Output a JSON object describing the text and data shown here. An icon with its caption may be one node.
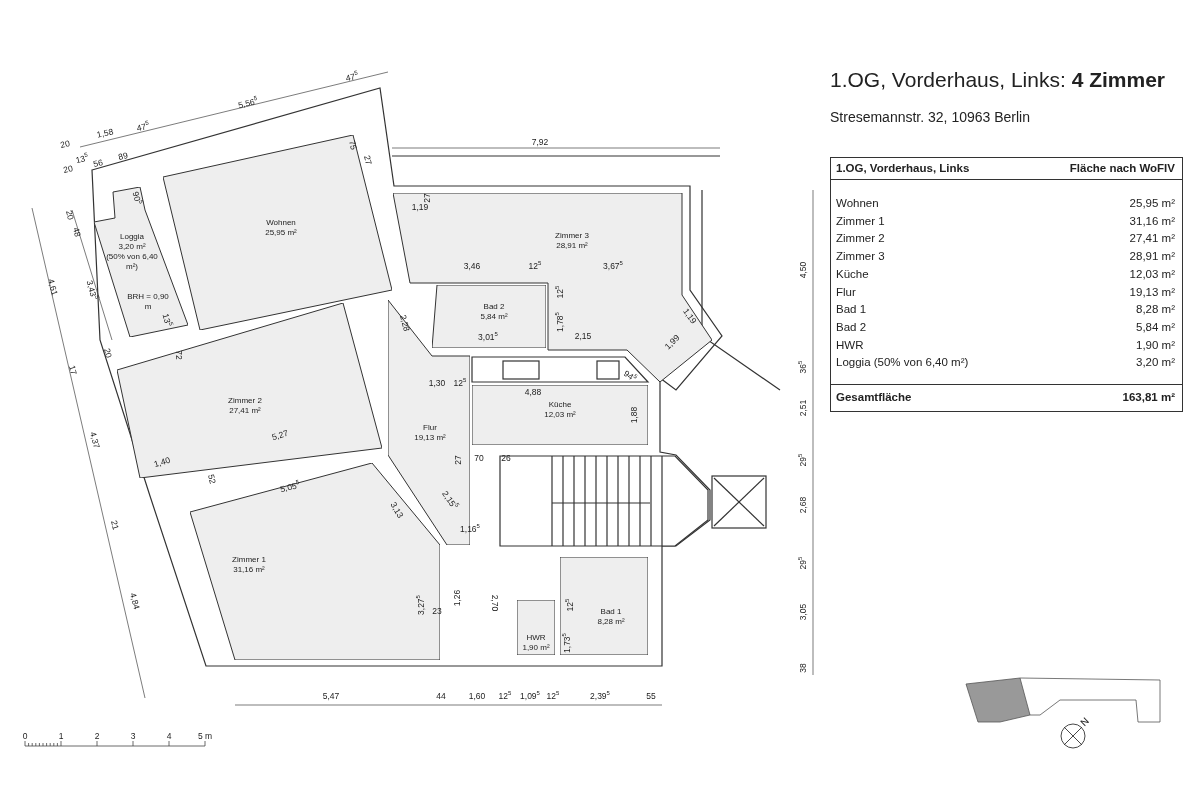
{
  "diagram": {
    "title": "1.OG, Vorderhaus, Links: **4 Zimmer**",
    "nodes": [
      {
        "text": [
          "Wohnen",
          "25,95 m²"
        ]
      },
      {
        "text": [
          "Zimmer 3",
          "28,91 m²"
        ]
      },
      {
        "text": [
          "Loggia",
          "3,20 m²",
          "(50% von 6,40 m²)"
        ]
      },
      {
        "text": [
          "Bad 2",
          "5,84 m²"
        ]
      },
      {
        "text": [
          "Zimmer 2",
          "27,41 m²"
        ]
      },
      {
        "text": [
          "Küche",
          "12,03 m²"
        ]
      },
      {
        "text": [
          "Flur",
          "19,13 m²"
        ]
      },
      {
        "text": [
          "Zimmer 1",
          "31,16 m²"
        ]
      },
      {
        "text": [
          "Bad 1",
          "8,28 m²"
        ]
      },
      {
        "text": [
          "HWR",
          "1,90 m²"
        ]
      }
    ],
    "labels": [
      "Stresemannstr. 32, 10963 Berlin",
      "1.OG, Vorderhaus, Links",
      "Fläche nach WoFIV",
      "Wohnen",
      "25,95 m²",
      "Zimmer 1",
      "31,16 m²",
      "Zimmer 2",
      "27,41 m²",
      "Zimmer 3",
      "28,91 m²",
      "Küche",
      "12,03 m²",
      "Flur",
      "19,13 m²",
      "Bad 1",
      "8,28 m²",
      "Bad 2",
      "5,84 m²",
      "HWR",
      "1,90 m²",
      "Loggia (50% von 6,40 m²)",
      "3,20 m²",
      "Gesamtfläche",
      "163,81 m²",
      "5,56$^{5}$",
      "47$^{5}$",
      "20",
      "1,58",
      "47$^{5}$",
      "20",
      "13$^{5}$",
      "56",
      "89",
      "75",
      "27",
      "7,92",
      "90$^{5}$",
      "27",
      "1,19",
      "20",
      "48",
      "4,61",
      "3,43$^{5}$",
      "BRH = 0,90 m",
      "13$^{5}$",
      "20",
      "17",
      "72",
      "2,28",
      "3,46",
      "12$^{5}$",
      "3,67$^{5}$",
      "12$^{5}$",
      "1,78$^{5}$",
      "3,01$^{5}$",
      "2,15",
      "1,19",
      "1,99",
      "1,30",
      "12$^{5}$",
      "4,88",
      "94$^{5}$",
      "1,88",
      "5,27",
      "4,37",
      "1,40",
      "52",
      "27",
      "70",
      "26",
      "5,05$^{5}$",
      "2,15$^{5}$",
      "3,13",
      "21",
      "1,16$^{5}$",
      "3,27$^{5}$",
      "1,26",
      "23",
      "2,70",
      "12$^{5}$",
      "1,73$^{5}$",
      "4,84",
      "5,47",
      "44",
      "1,60",
      "12$^{5}$",
      "1,09$^{5}$",
      "12$^{5}$",
      "2,39$^{5}$",
      "55",
      "4,50",
      "36$^{5}$",
      "2,51",
      "29$^{5}$",
      "2,68",
      "29$^{5}$",
      "3,05",
      "38",
      "0",
      "1",
      "2",
      "3",
      "4",
      "5 m",
      "N"
    ]
  }
}
